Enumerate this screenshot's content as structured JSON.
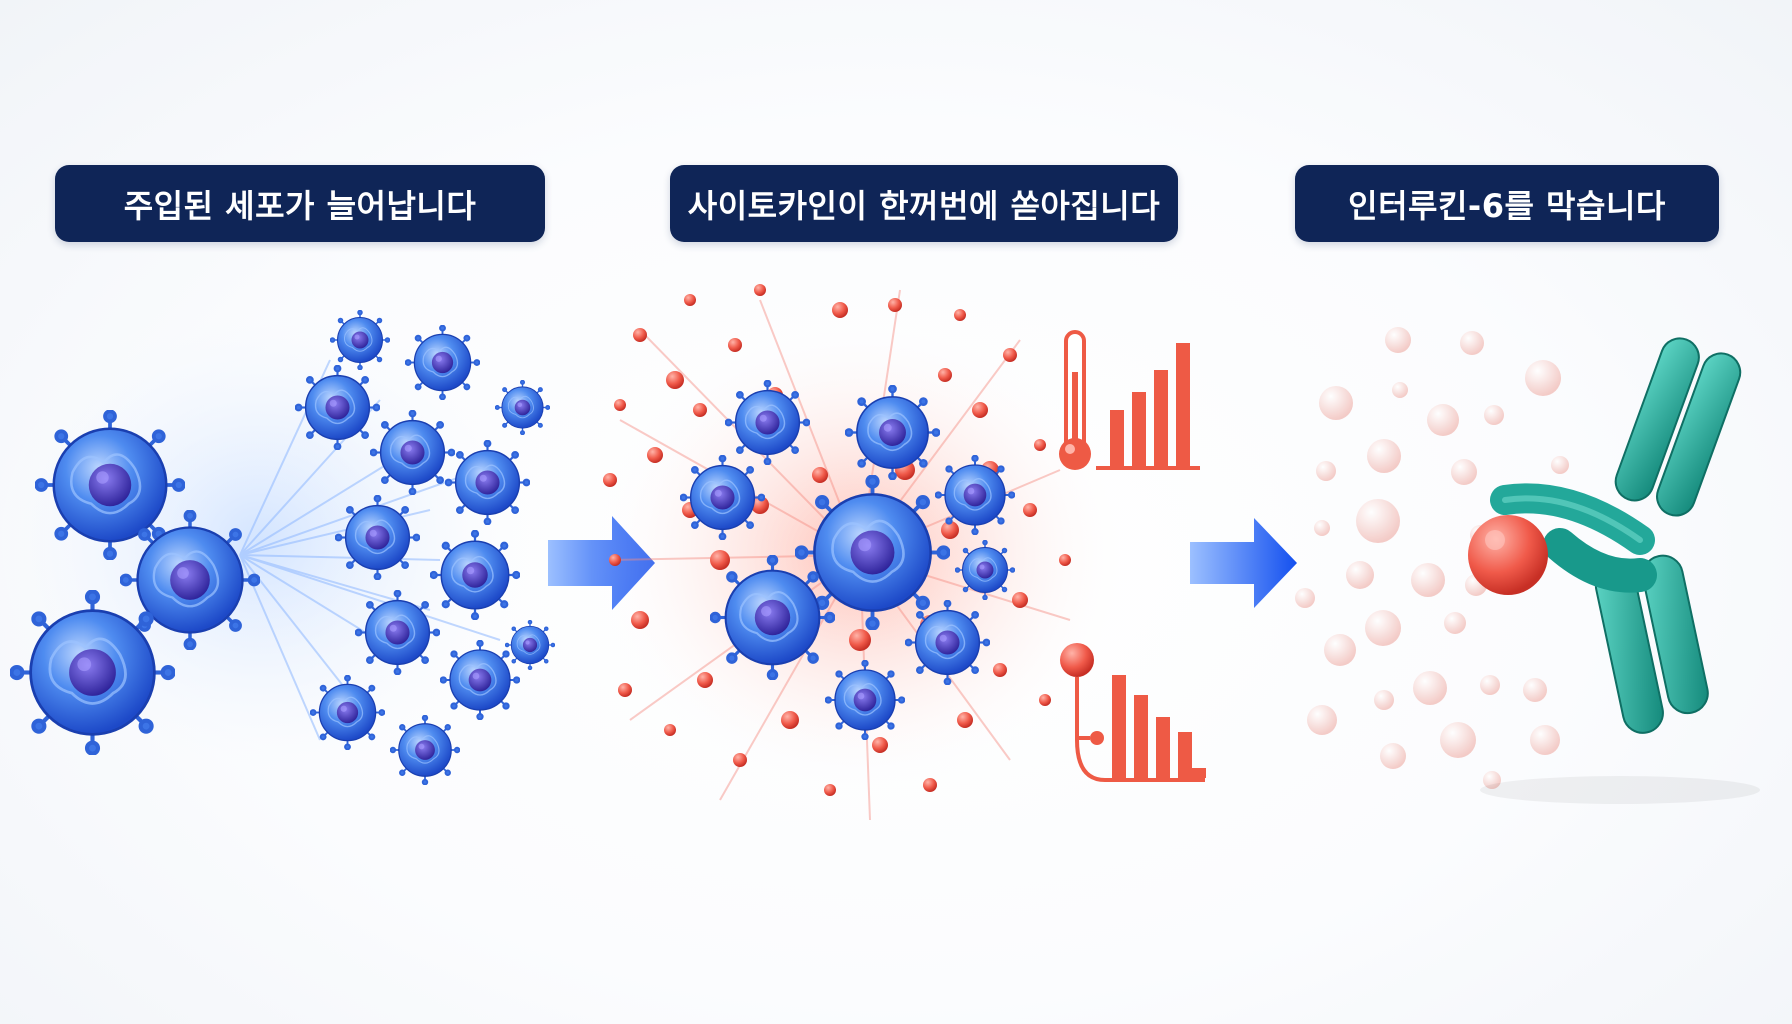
{
  "steps": [
    {
      "label": "주입된 세포가 늘어납니다"
    },
    {
      "label": "사이토카인이 한꺼번에 쏟아집니다"
    },
    {
      "label": "인터루킨-6를 막습니다"
    }
  ],
  "colors": {
    "pill_bg": "#0f2557",
    "pill_text": "#ffffff",
    "cell_blue": "#2e6fe0",
    "cell_nucleus": "#3b2fa8",
    "arrow_blue": "#1f63f0",
    "cytokine_red": "#ef4d3f",
    "indicator_red": "#ee5a45",
    "antibody_teal": "#23a89a"
  },
  "icons": [
    "expanding-cells-icon",
    "arrow-right-icon",
    "cytokine-storm-icon",
    "thermometer-icon",
    "rising-bar-chart-icon",
    "blood-pressure-icon",
    "falling-bar-chart-icon",
    "antibody-icon",
    "interleukin-6-particle-icon"
  ]
}
